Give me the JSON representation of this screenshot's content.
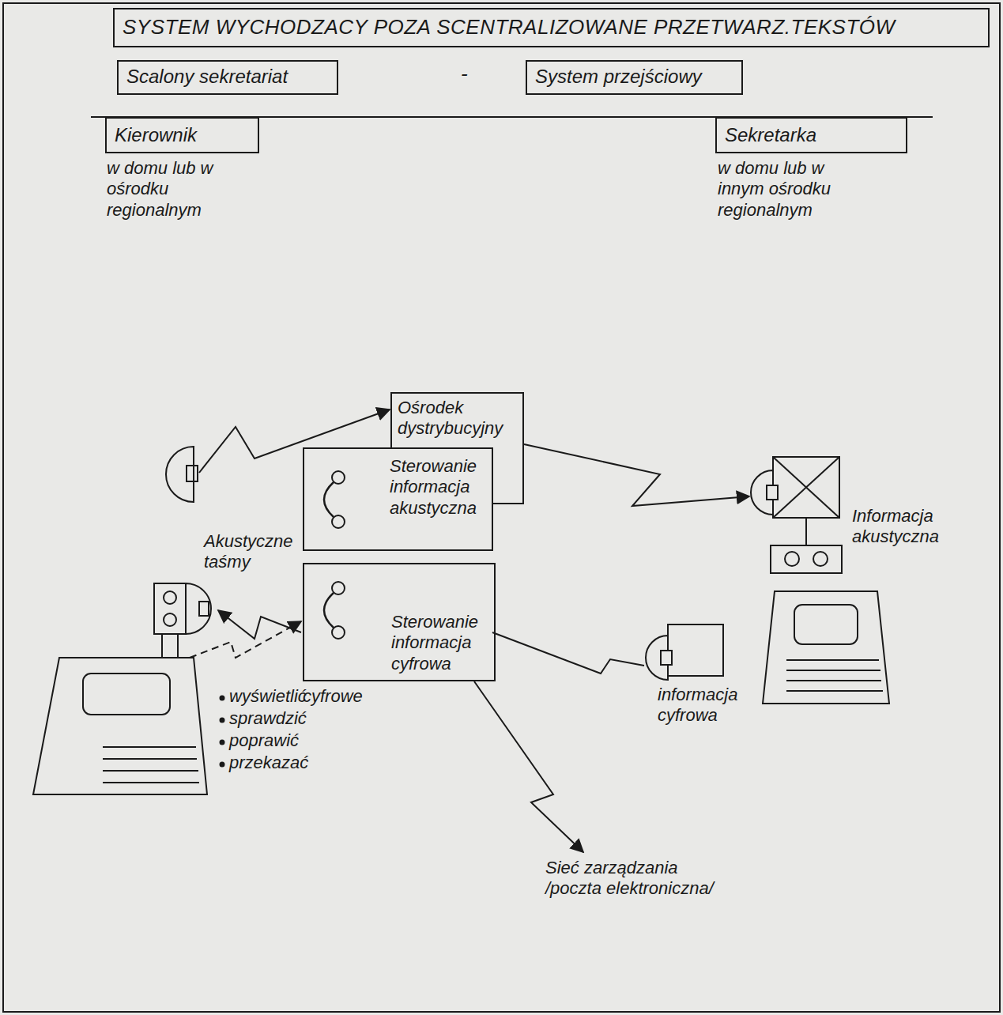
{
  "diagram": {
    "title": "SYSTEM WYCHODZACY POZA SCENTRALIZOWANE PRZETWARZ.TEKSTÓW",
    "nodes": [
      {
        "text": [
          "Scalony sekretariat"
        ]
      },
      {
        "text": [
          "System przejściowy"
        ]
      },
      {
        "text": [
          "Kierownik"
        ]
      },
      {
        "text": [
          "Sekretarka"
        ]
      },
      {
        "text": [
          "Ośrodek dystrybucyjny",
          "Sterowanie informacja akustyczna"
        ]
      },
      {
        "text": [
          "Sterowanie informacja cyfrowa"
        ]
      }
    ],
    "labels": [
      "-",
      "w domu lub w ośrodku regionalnym",
      "w domu lub w innym ośrodku regionalnym",
      "Akustyczne taśmy",
      "cyfrowe",
      "Informacja akustyczna",
      "informacja cyfrowa",
      "wyświetlić",
      "sprawdzić",
      "poprawić",
      "przekazać",
      "Sieć zarządzania /poczta elektroniczna/"
    ]
  }
}
